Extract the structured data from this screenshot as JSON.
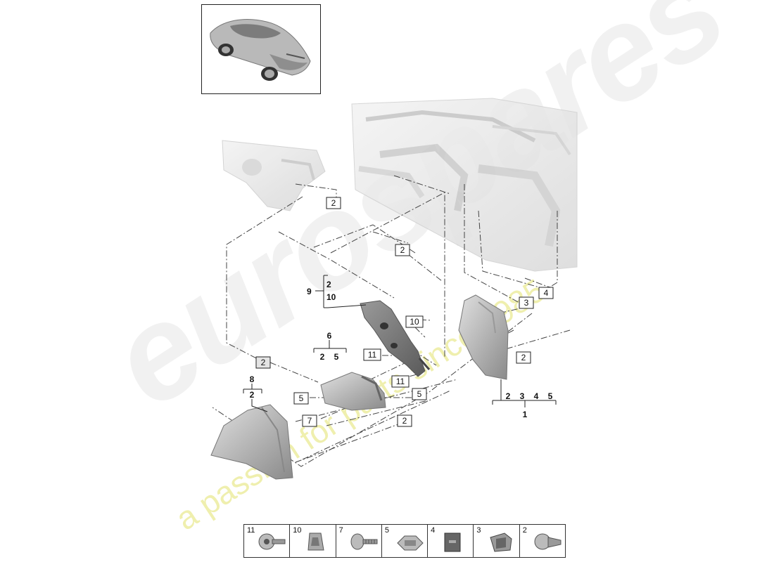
{
  "watermark": {
    "brand": "eurospares",
    "tagline": "a passion for parts since 1985"
  },
  "callouts": {
    "c2a": "2",
    "c2b": "2",
    "c2c": "2",
    "c2d": "2",
    "c2e": "2",
    "c3": "3",
    "c4": "4",
    "c5a": "5",
    "c5b": "5",
    "c7": "7",
    "c10": "10",
    "c11a": "11",
    "c11b": "11"
  },
  "groups": {
    "g9": {
      "label": "9",
      "items": [
        "2",
        "10"
      ]
    },
    "g6": {
      "label": "6",
      "items": [
        "2",
        "5"
      ]
    },
    "g8": {
      "label": "8",
      "items": [
        "2"
      ]
    },
    "g1": {
      "label": "1",
      "items": [
        "2",
        "3",
        "4",
        "5"
      ]
    }
  },
  "legend": [
    "11",
    "10",
    "7",
    "5",
    "4",
    "3",
    "2"
  ]
}
